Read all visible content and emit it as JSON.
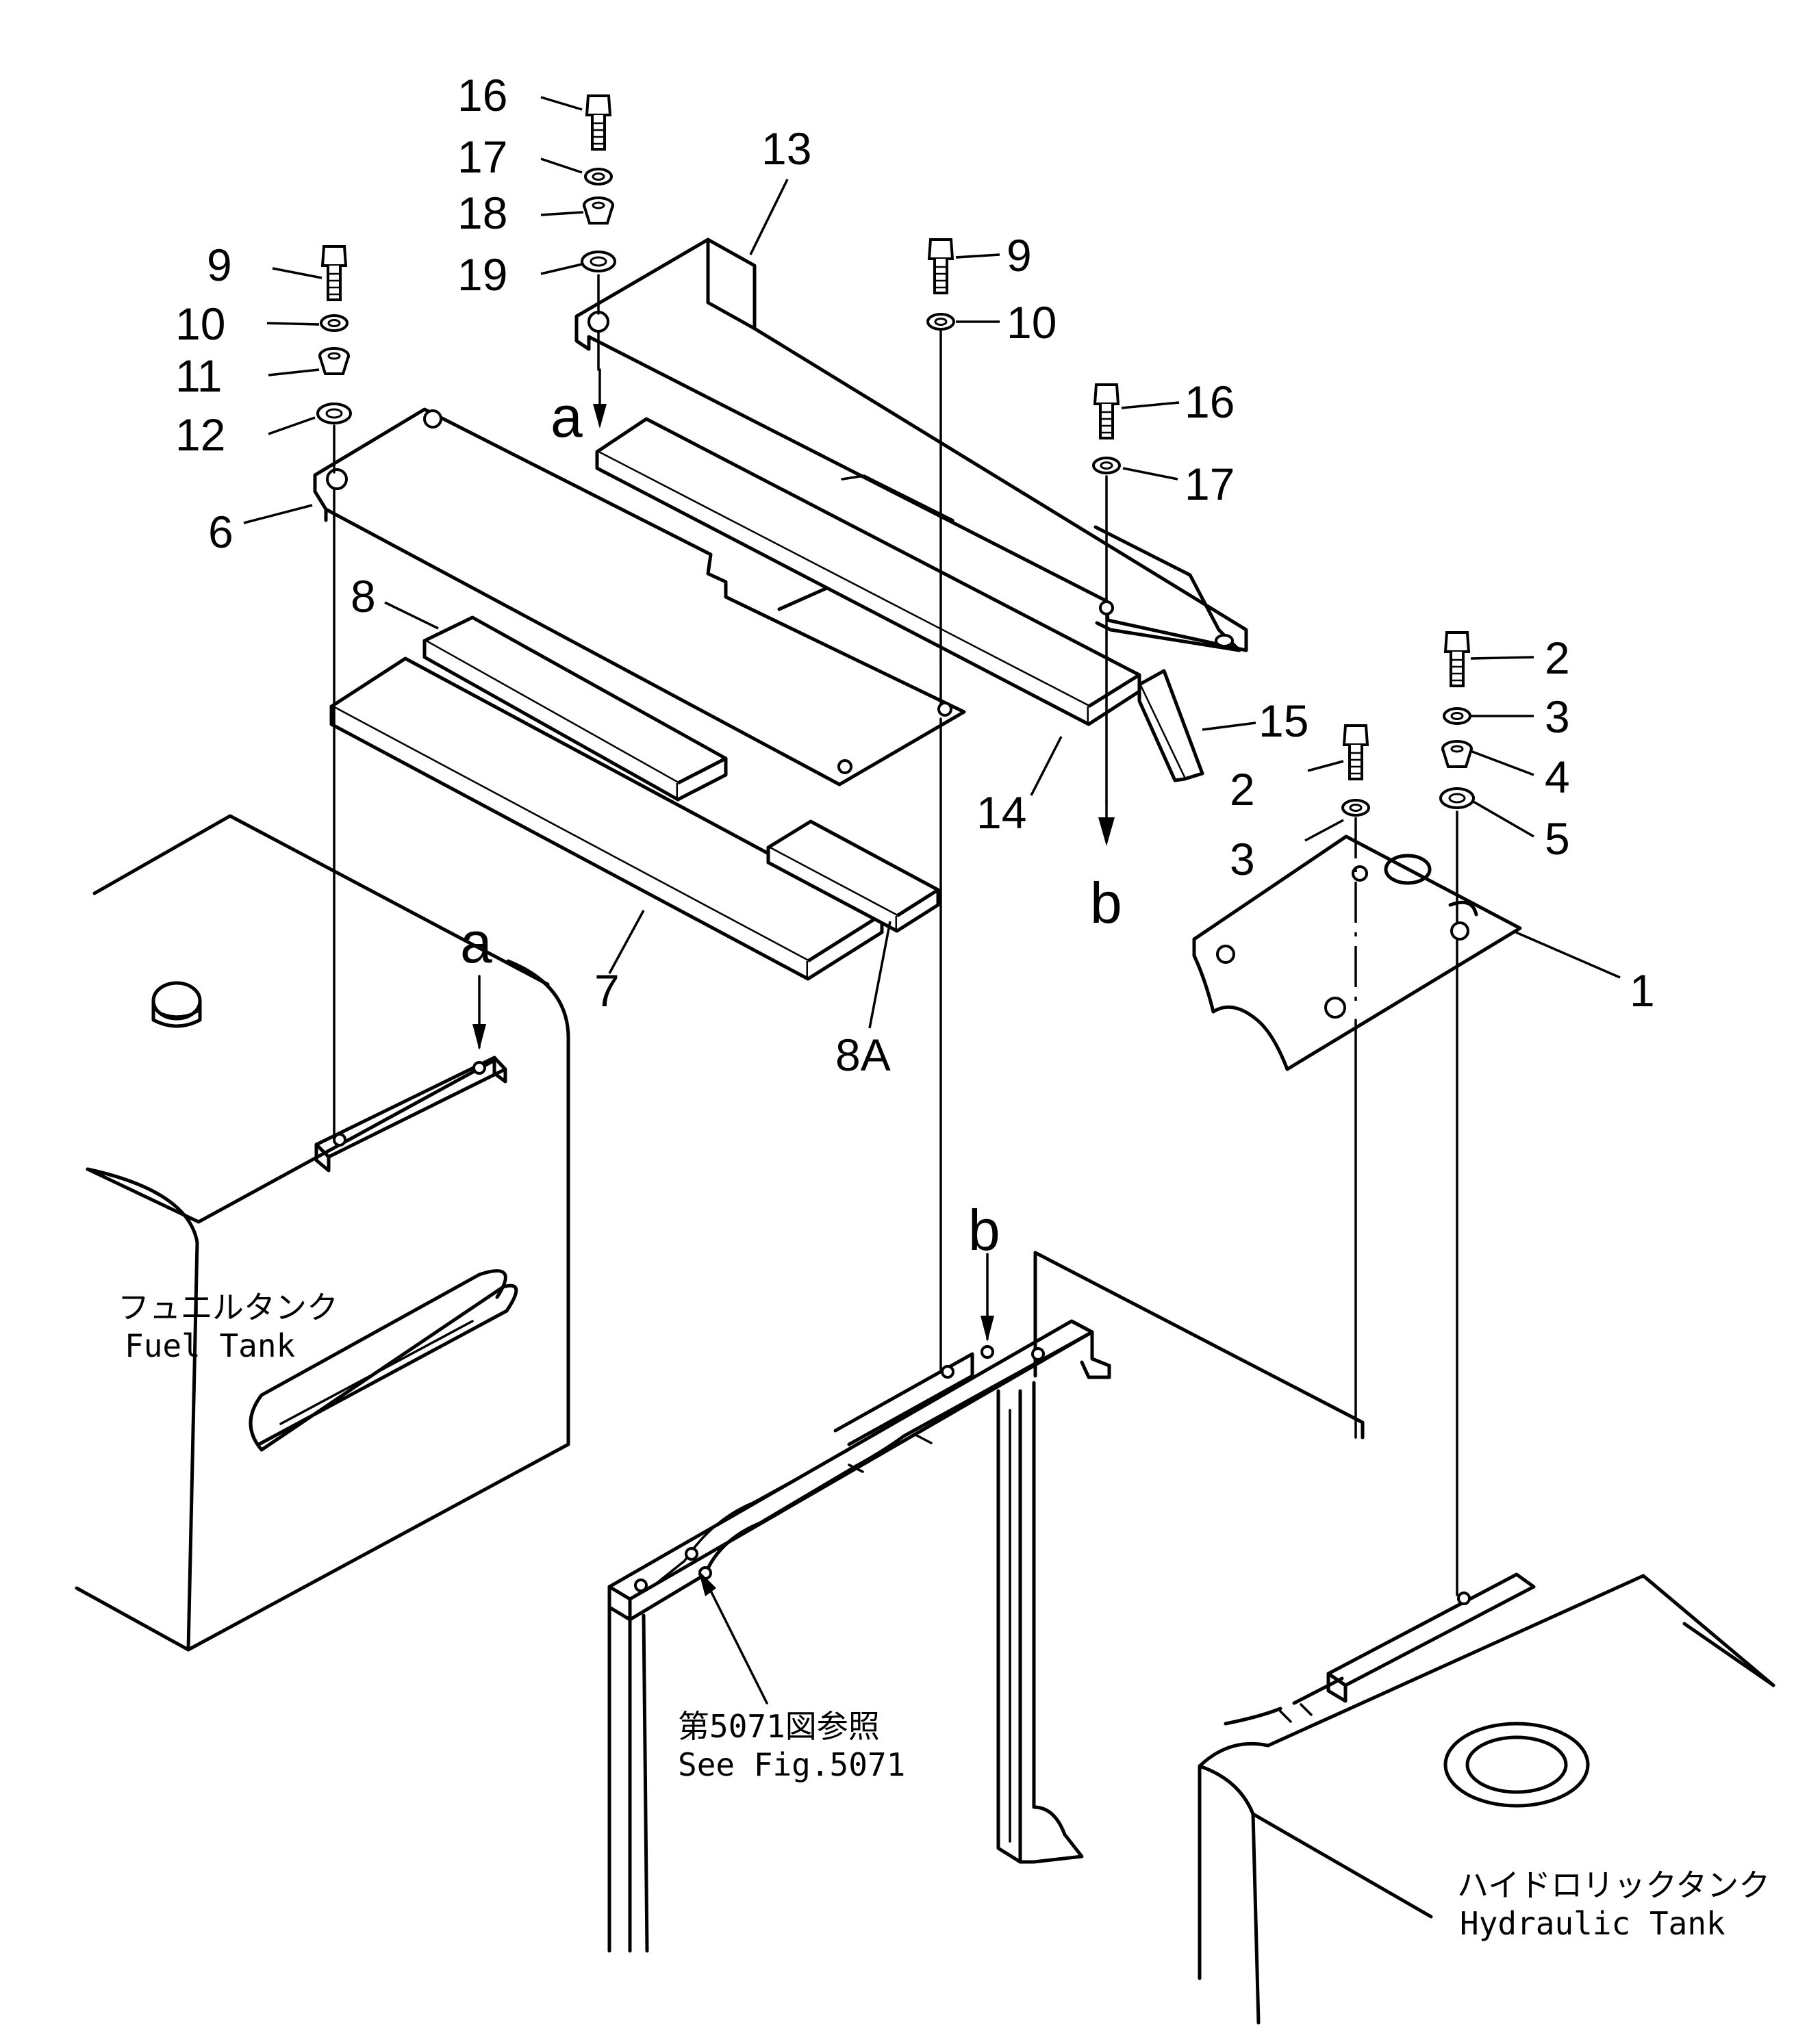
{
  "labels": {
    "p1": "1",
    "p2a": "2",
    "p2b": "2",
    "p3a": "3",
    "p3b": "3",
    "p4": "4",
    "p5": "5",
    "p6": "6",
    "p7": "7",
    "p8": "8",
    "p8a": "8A",
    "p9a": "9",
    "p9b": "9",
    "p10a": "10",
    "p10b": "10",
    "p11": "11",
    "p12": "12",
    "p13": "13",
    "p14": "14",
    "p15": "15",
    "p16a": "16",
    "p16b": "16",
    "p17a": "17",
    "p17b": "17",
    "p18": "18",
    "p19": "19"
  },
  "refs": {
    "a_top": "a",
    "a_tank": "a",
    "b_top": "b",
    "b_frame": "b"
  },
  "captions": {
    "fuel_tank_jp": "フュエルタンク",
    "fuel_tank_en": "Fuel Tank",
    "hydraulic_tank_jp": "ハイドロリックタンク",
    "hydraulic_tank_en": "Hydraulic Tank",
    "see_fig_jp": "第5071図参照",
    "see_fig_en": "See Fig.5071"
  }
}
